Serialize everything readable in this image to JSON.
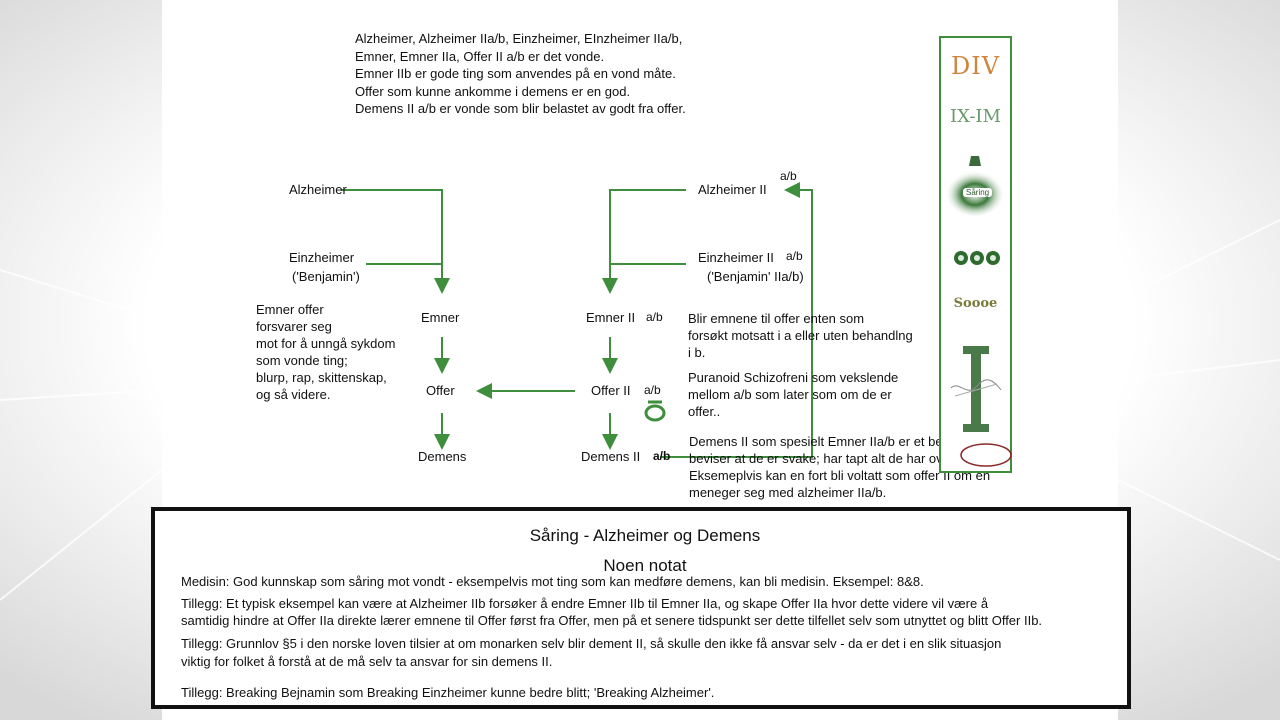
{
  "intro_lines": [
    "Alzheimer, Alzheimer IIa/b, Einzheimer, EInzheimer IIa/b,",
    "Emner, Emner IIa, Offer II a/b er det vonde.",
    "Emner IIb er gode ting som anvendes på en vond måte.",
    "Offer som kunne ankomme i demens er en god.",
    "Demens II a/b er vonde som blir belastet av godt fra offer."
  ],
  "left_column": {
    "alzheimer": "Alzheimer",
    "einzheimer": "Einzheimer",
    "benjamin": "('Benjamin')",
    "emner": "Emner",
    "offer": "Offer",
    "demens": "Demens"
  },
  "right_column": {
    "alzheimer": "Alzheimer II",
    "alzheimer_sup": "a/b",
    "einzheimer": "Einzheimer II",
    "einzheimer_sup": "a/b",
    "benjamin": "('Benjamin' IIa/b)",
    "emner": "Emner II",
    "emner_sup": "a/b",
    "offer": "Offer II",
    "offer_sup": "a/b",
    "demens": "Demens II",
    "demens_sup": "a/b"
  },
  "left_note_lines": [
    "Emner offer",
    "forsvarer seg",
    "mot for å unngå sykdom",
    "som vonde ting;",
    "blurp, rap, skittenskap,",
    "og så videre."
  ],
  "right_notes": {
    "note1": [
      "Blir emnene til offer enten som",
      "forsøkt motsatt i a eller uten behandlng",
      "i b."
    ],
    "note2": [
      "Puranoid Schizofreni som vekslende",
      "mellom a/b som later som om de er",
      "offer.."
    ],
    "note3": [
      "Demens II som spesielt Emner IIa/b er et bevis på",
      "beviser at de er svake; har tapt alt de har overfor offer.",
      "Eksemeplvis kan en fort bli voltatt som offer II om en",
      "meneger seg med alzheimer IIa/b."
    ]
  },
  "sidebar": {
    "div_logo": "DIV",
    "ixm_logo": "IX-IM",
    "saring_badge": "Såring",
    "sooo": "Soooe"
  },
  "bottom": {
    "title": "Såring - Alzheimer og Demens",
    "subtitle": "Noen notat",
    "medisin": "Medisin: God kunnskap som såring mot vondt - eksempelvis mot ting som kan medføre demens, kan bli medisin. Eksempel: 8&8.",
    "tillegg1_line1": "Tillegg: Et typisk eksempel kan være at Alzheimer IIb forsøker å endre Emner IIb til Emner IIa, og skape Offer IIa hvor dette videre vil være å",
    "tillegg1_line2": "samtidig hindre at Offer IIa direkte lærer emnene til Offer først fra Offer, men på et senere tidspunkt ser dette tilfellet selv som utnyttet og blitt Offer IIb.",
    "tillegg2_line1": "Tillegg: Grunnlov §5 i den norske loven tilsier at om monarken selv blir dement II, så skulle den ikke få ansvar selv - da er det i en slik situasjon",
    "tillegg2_line2": "viktig for folket å forstå at de må selv ta ansvar for sin demens II.",
    "tillegg3": "Tillegg: Breaking Bejnamin som Breaking Einzheimer kunne bedre blitt; 'Breaking Alzheimer'."
  },
  "colors": {
    "arrow_green": "#3e8e3e",
    "sidebar_border": "#3e8e3e",
    "div_orange": "#d0843c"
  }
}
